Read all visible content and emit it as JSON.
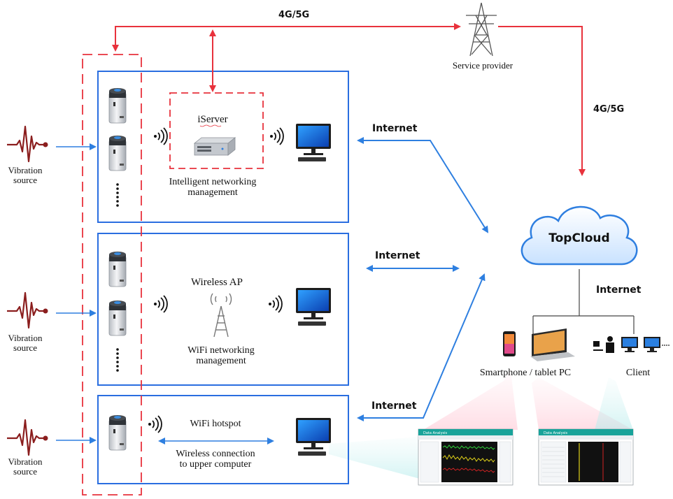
{
  "labels": {
    "vibration_source_line1": "Vibration",
    "vibration_source_line2": "source",
    "cellular_top": "4G/5G",
    "cellular_right": "4G/5G",
    "service_provider": "Service provider",
    "iserver": "iServer",
    "intelligent_line1": "Intelligent networking",
    "intelligent_line2": "management",
    "wireless_ap": "Wireless AP",
    "wifi_mgmt_line1": "WiFi networking",
    "wifi_mgmt_line2": "management",
    "wifi_hotspot": "WiFi hotspot",
    "wireless_conn_line1": "Wireless connection",
    "wireless_conn_line2": "to upper computer",
    "internet_1": "Internet",
    "internet_2": "Internet",
    "internet_3": "Internet",
    "internet_cloud": "Internet",
    "topcloud": "TopCloud",
    "smartphone_tablet": "Smartphone / tablet PC",
    "client": "Client",
    "data_analysis": "Data Analysis"
  },
  "colors": {
    "blue_box": "#2a6ee0",
    "red_dashed": "#e8323c",
    "red_arrow": "#e8323c",
    "blue_arrow": "#2e7fe0",
    "wave": "#8b1e1e",
    "cloud": "#2f7fe0"
  }
}
